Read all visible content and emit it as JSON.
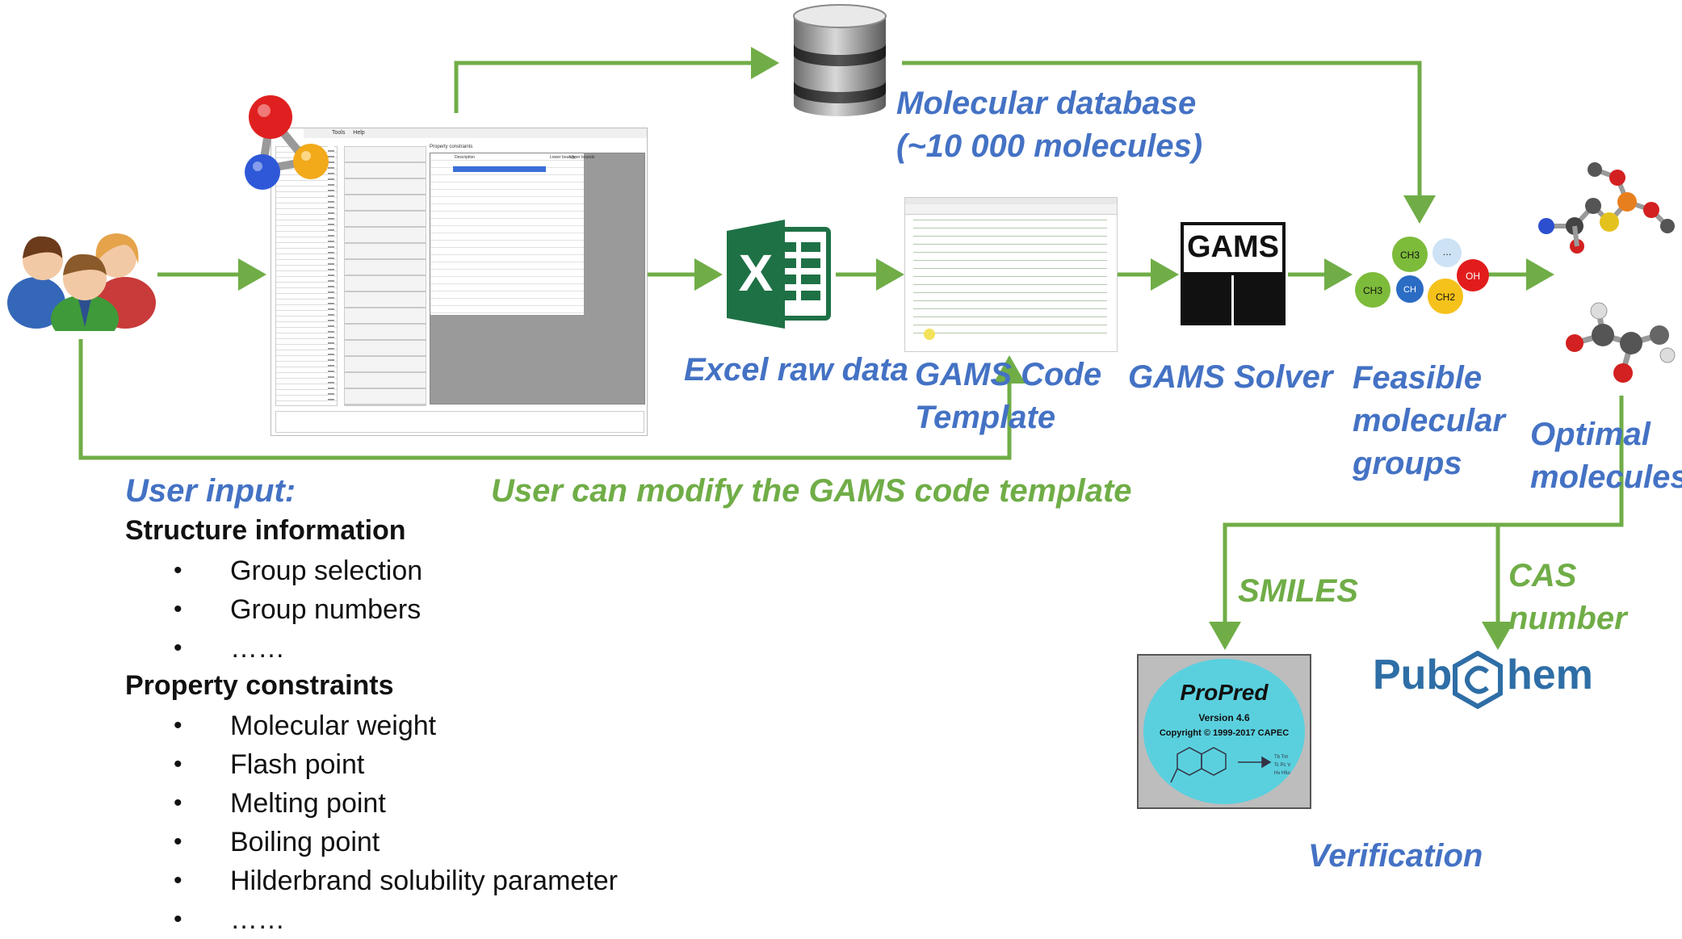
{
  "labels": {
    "molecular_database": [
      "Molecular database",
      "(~10 000 molecules)"
    ],
    "excel_raw_data": "Excel raw data",
    "gams_code_template": [
      "GAMS Code",
      "Template"
    ],
    "gams_solver": "GAMS Solver",
    "feasible_groups": [
      "Feasible",
      "molecular",
      "groups"
    ],
    "optimal_molecules": [
      "Optimal",
      "molecules"
    ],
    "user_input": "User input:",
    "user_modify": "User can modify the GAMS code template",
    "smiles": "SMILES",
    "cas_number": [
      "CAS",
      "number"
    ],
    "verification": "Verification"
  },
  "gams_logo_text": "GAMS",
  "structure": {
    "heading": "Structure information",
    "items": [
      "Group selection",
      "Group numbers",
      "……"
    ]
  },
  "property": {
    "heading": "Property constraints",
    "items": [
      "Molecular weight",
      "Flash point",
      "Melting point",
      "Boiling point",
      "Hilderbrand solubility parameter",
      "……"
    ]
  },
  "group_bubbles": [
    "CH3",
    "CH3",
    "CH",
    "CH2",
    "OH",
    "..."
  ],
  "propred": {
    "title": "ProPred",
    "version": "Version 4.6",
    "copyright": "Copyright © 1999-2017 CAPEC"
  },
  "pubchem": {
    "left": "Pub",
    "right": "hem"
  },
  "app_window": {
    "menu": [
      "Tools",
      "Help"
    ],
    "property_header": "Property constraints",
    "columns": [
      "Description",
      "Lower bounds",
      "Upper bounds"
    ]
  },
  "colors": {
    "arrow_green": "#70AD47",
    "label_blue": "#4472C4",
    "excel_green": "#1E7145",
    "pubchem_blue": "#2E6EA6"
  }
}
